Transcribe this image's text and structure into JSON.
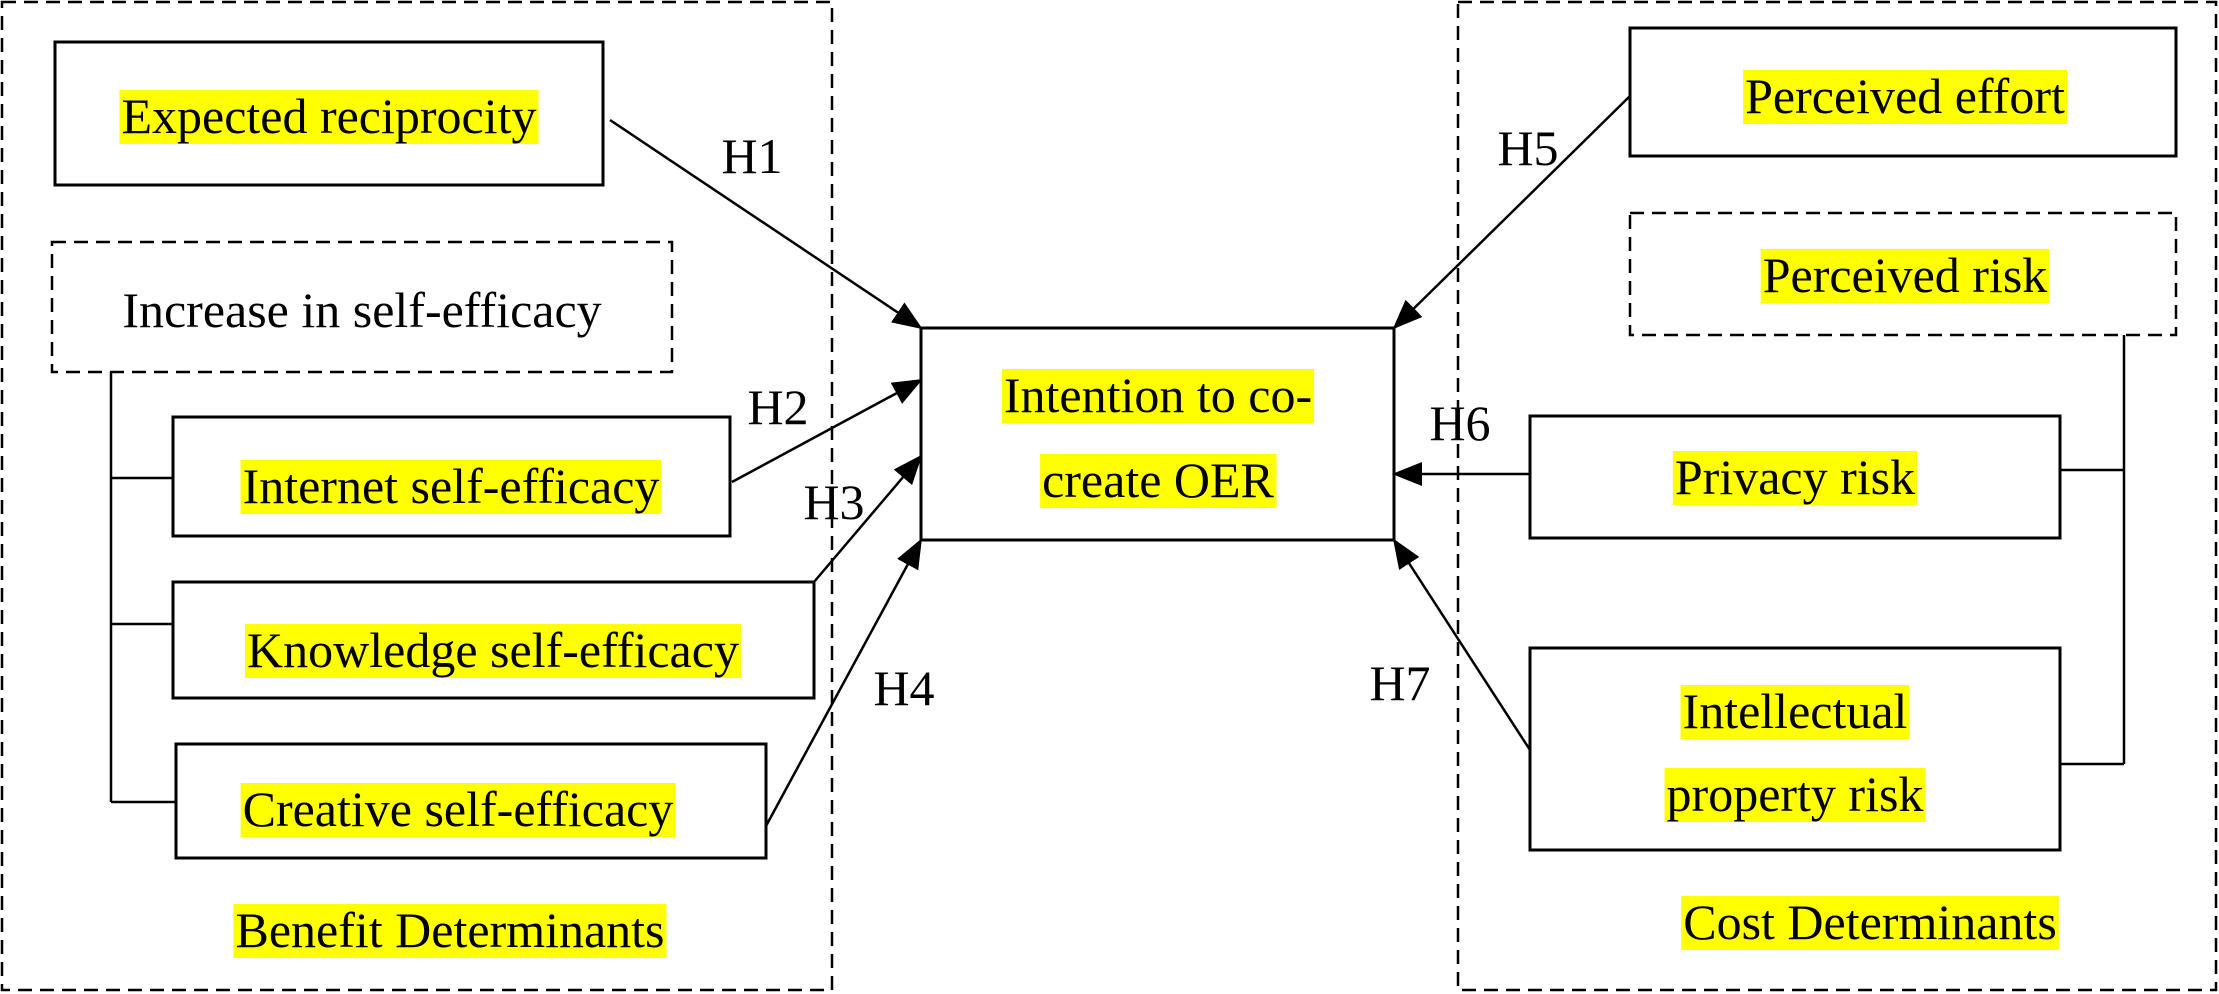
{
  "colors": {
    "highlight": "#ffff00",
    "stroke": "#000000",
    "background": "#ffffff"
  },
  "groups": {
    "benefit_label": "Benefit Determinants",
    "cost_label": "Cost Determinants"
  },
  "boxes": {
    "expected_reciprocity": "Expected reciprocity",
    "increase_self_efficacy": "Increase in self-efficacy",
    "internet_self_efficacy": "Internet self-efficacy",
    "knowledge_self_efficacy": "Knowledge self-efficacy",
    "creative_self_efficacy": "Creative self-efficacy",
    "outcome_line1": "Intention to co-",
    "outcome_line2": "create OER",
    "perceived_effort": "Perceived effort",
    "perceived_risk": "Perceived risk",
    "privacy_risk": "Privacy risk",
    "ip_risk_line1": "Intellectual",
    "ip_risk_line2": "property risk"
  },
  "hypotheses": [
    "H1",
    "H2",
    "H3",
    "H4",
    "H5",
    "H6",
    "H7"
  ]
}
